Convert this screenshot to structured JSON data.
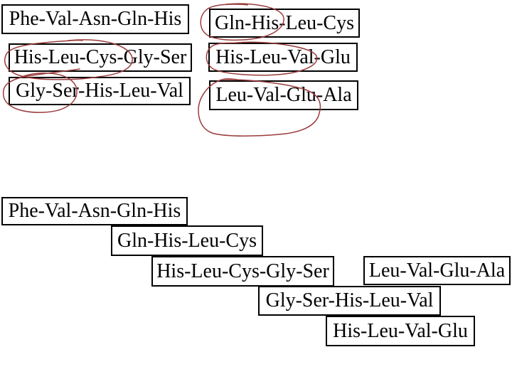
{
  "colors": {
    "background": "#ffffff",
    "box_border": "#000000",
    "text": "#000000",
    "annotation_red": "#9a3b3b"
  },
  "fragment_lists": {
    "column_a": [
      "Phe-Val-Asn-Gln-His",
      "His-Leu-Cys-Gly-Ser",
      "Gly-Ser-His-Leu-Val"
    ],
    "column_b": [
      "Gln-His-Leu-Cys",
      "His-Leu-Val-Glu",
      "Leu-Val-Glu-Ala"
    ]
  },
  "aligned_overlap": [
    "Phe-Val-Asn-Gln-His",
    "Gln-His-Leu-Cys",
    "His-Leu-Cys-Gly-Ser",
    "Leu-Val-Glu-Ala",
    "Gly-Ser-His-Leu-Val",
    "His-Leu-Val-Glu"
  ]
}
